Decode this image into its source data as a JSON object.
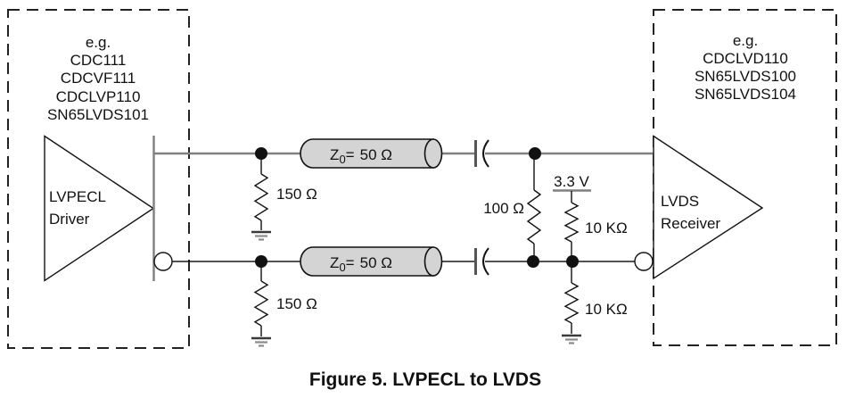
{
  "figure": {
    "caption": "Figure 5. LVPECL to LVDS"
  },
  "driver_box": {
    "examples": [
      "e.g.",
      "CDC111",
      "CDCVF111",
      "CDCLVP110",
      "SN65LVDS101"
    ],
    "label_line1": "LVPECL",
    "label_line2": "Driver"
  },
  "receiver_box": {
    "examples": [
      "e.g.",
      "CDCLVD110",
      "SN65LVDS100",
      "SN65LVDS104"
    ],
    "label_line1": "LVDS",
    "label_line2": "Receiver"
  },
  "transmission_line": {
    "prefix": "Z",
    "sub": "0",
    "eq": "=",
    "value": "50 Ω"
  },
  "resistors": {
    "r150_top": "150 Ω",
    "r150_bottom": "150 Ω",
    "r100": "100 Ω",
    "r10k_pullup": "10 KΩ",
    "r10k_pulldown": "10 KΩ"
  },
  "supply": {
    "label": "3.3 V"
  },
  "colors": {
    "ink": "#1a1a1a",
    "trace_gray": "#808080",
    "cylinder_fill": "#d4d4d4",
    "plate_gray": "#555555"
  }
}
